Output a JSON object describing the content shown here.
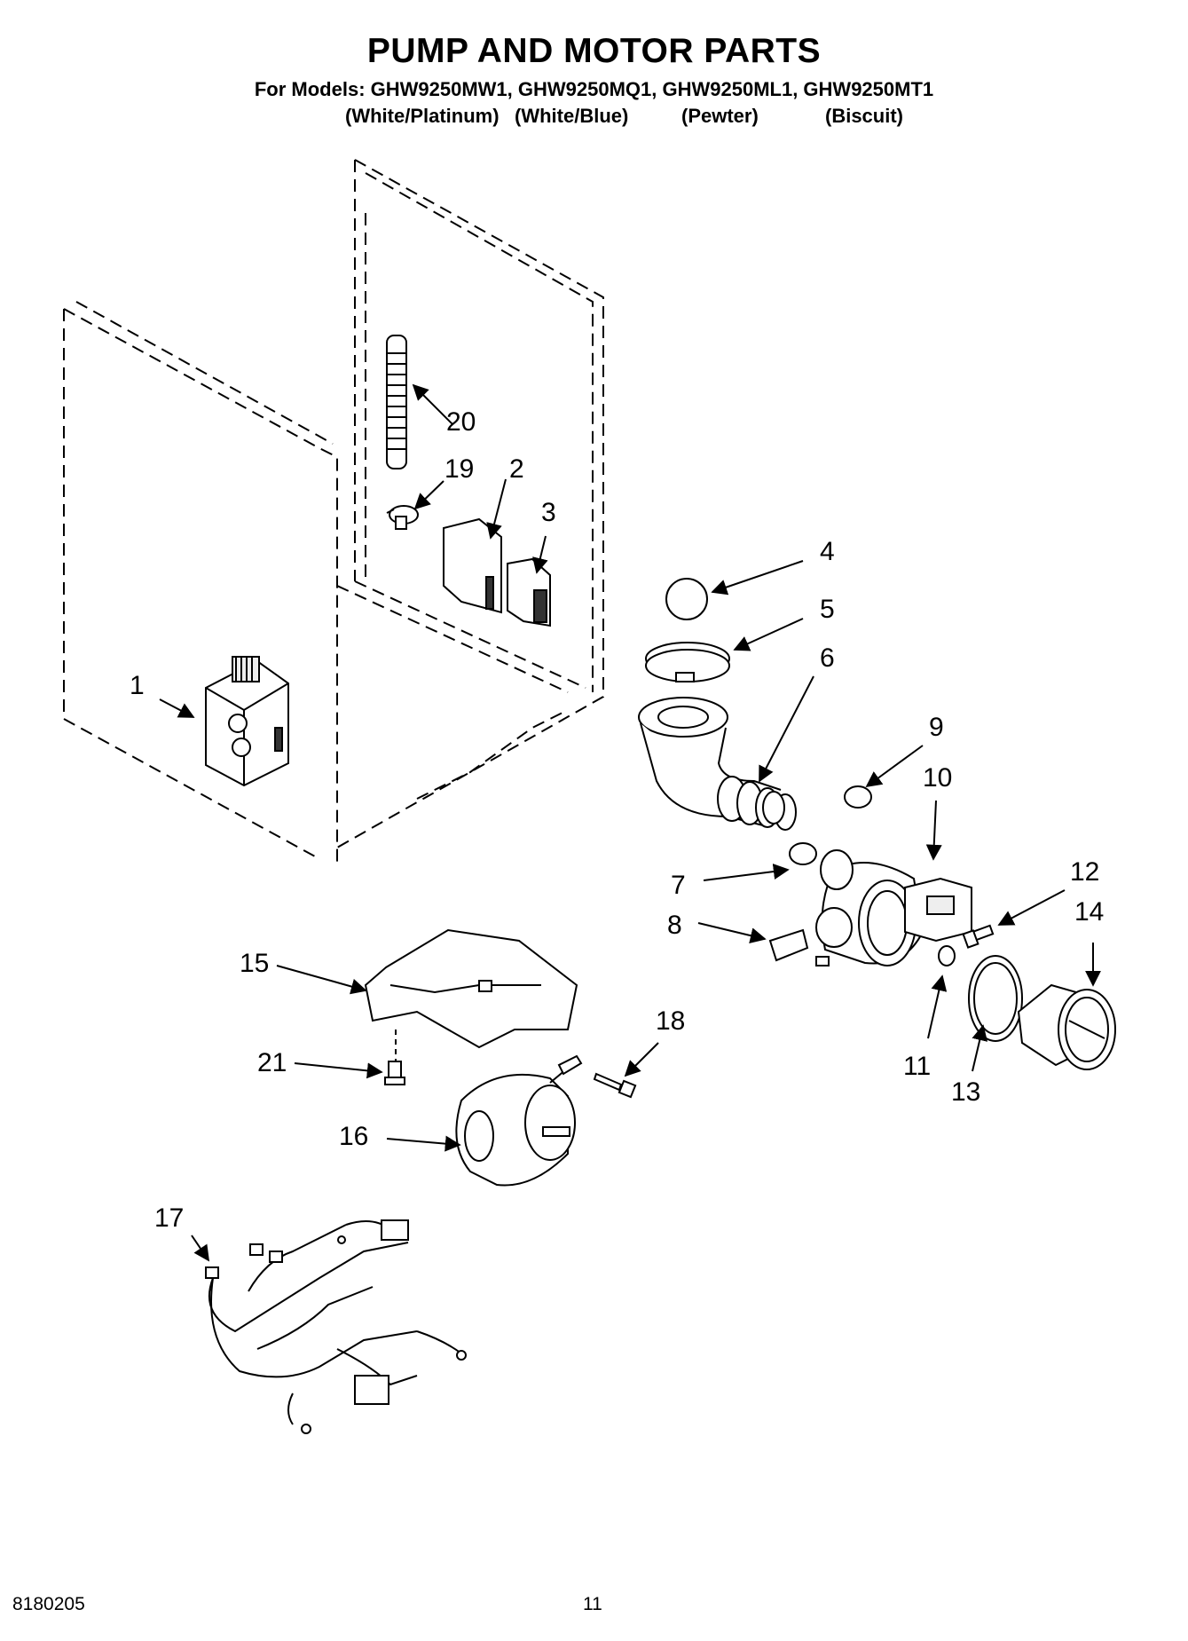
{
  "title": "PUMP AND MOTOR PARTS",
  "models_line": "For Models: GHW9250MW1, GHW9250MQ1, GHW9250ML1, GHW9250MT1",
  "colors": [
    "(White/Platinum)",
    "(White/Blue)",
    "(Pewter)",
    "(Biscuit)"
  ],
  "callouts": [
    {
      "id": "1",
      "label": "1"
    },
    {
      "id": "2",
      "label": "2"
    },
    {
      "id": "3",
      "label": "3"
    },
    {
      "id": "4",
      "label": "4"
    },
    {
      "id": "5",
      "label": "5"
    },
    {
      "id": "6",
      "label": "6"
    },
    {
      "id": "7",
      "label": "7"
    },
    {
      "id": "8",
      "label": "8"
    },
    {
      "id": "9",
      "label": "9"
    },
    {
      "id": "10",
      "label": "10"
    },
    {
      "id": "11",
      "label": "11"
    },
    {
      "id": "12",
      "label": "12"
    },
    {
      "id": "13",
      "label": "13"
    },
    {
      "id": "14",
      "label": "14"
    },
    {
      "id": "15",
      "label": "15"
    },
    {
      "id": "16",
      "label": "16"
    },
    {
      "id": "17",
      "label": "17"
    },
    {
      "id": "18",
      "label": "18"
    },
    {
      "id": "19",
      "label": "19"
    },
    {
      "id": "20",
      "label": "20"
    },
    {
      "id": "21",
      "label": "21"
    }
  ],
  "footer": {
    "doc_number": "8180205",
    "page_number": "11"
  }
}
